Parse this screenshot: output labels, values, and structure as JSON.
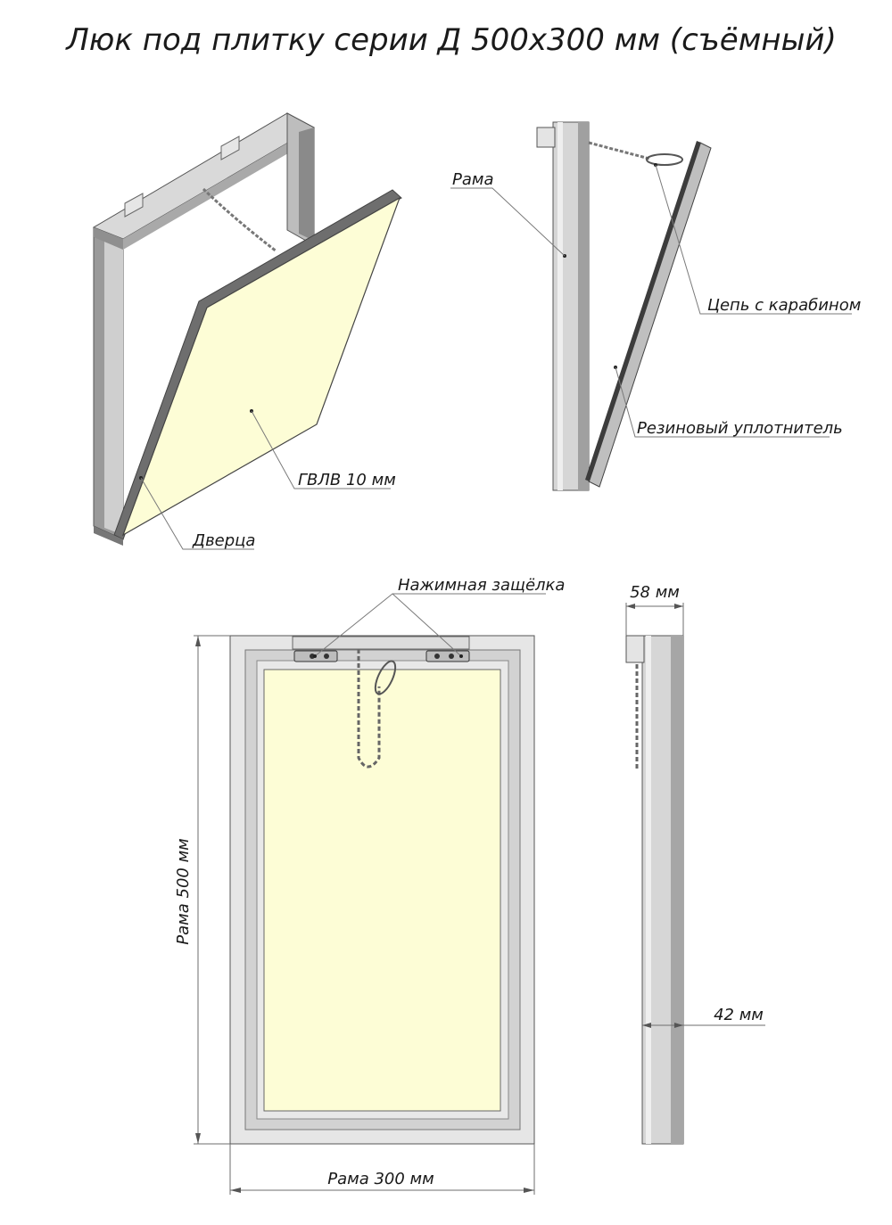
{
  "title": "Люк под плитку серии Д 500х300 мм (съёмный)",
  "callouts": {
    "door": "Дверца",
    "board": "ГВЛВ 10 мм",
    "frame": "Рама",
    "chain": "Цепь с карабином",
    "seal": "Резиновый уплотнитель",
    "latch": "Нажимная защёлка"
  },
  "dimensions": {
    "frame_height": "Рама 500 мм",
    "frame_width": "Рама 300 мм",
    "depth_total": "58 мм",
    "depth_frame": "42 мм"
  },
  "colors": {
    "board": "#fdfdd6",
    "frame_light": "#e4e4e4",
    "frame_dark": "#8a8a8a",
    "edge": "#4a4a4a"
  }
}
